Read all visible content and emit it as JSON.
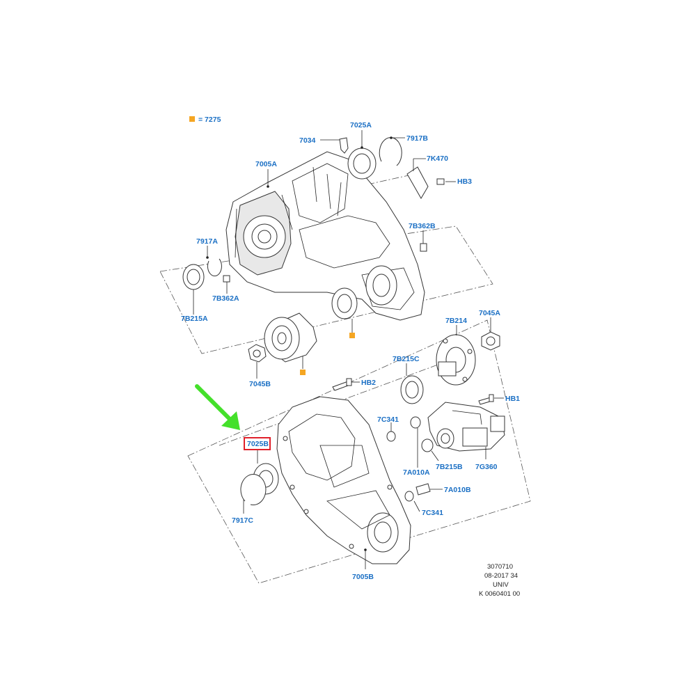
{
  "colors": {
    "label": "#1a6fc4",
    "marker": "#f5a623",
    "highlight_box": "#e0202a",
    "arrow": "#44e02a"
  },
  "legend": {
    "text": "= 7275"
  },
  "labels": {
    "p7025A": "7025A",
    "p7034": "7034",
    "p7917B": "7917B",
    "p7K470": "7K470",
    "p7005A": "7005A",
    "pHB3": "HB3",
    "p7B362B": "7B362B",
    "p7917A": "7917A",
    "p7B362A": "7B362A",
    "p7B215A": "7B215A",
    "p7B214": "7B214",
    "p7045A": "7045A",
    "p7045B": "7045B",
    "p7B215C": "7B215C",
    "pHB2": "HB2",
    "pHB1": "HB1",
    "p7C341a": "7C341",
    "p7025B": "7025B",
    "p7B215B": "7B215B",
    "p7G360": "7G360",
    "p7A010A": "7A010A",
    "p7A010B": "7A010B",
    "p7C341b": "7C341",
    "p7917C": "7917C",
    "p7005B": "7005B"
  },
  "reference": {
    "line1": "3070710",
    "line2": "08-2017 34",
    "line3": "UNIV",
    "line4": "K 0060401 00"
  }
}
